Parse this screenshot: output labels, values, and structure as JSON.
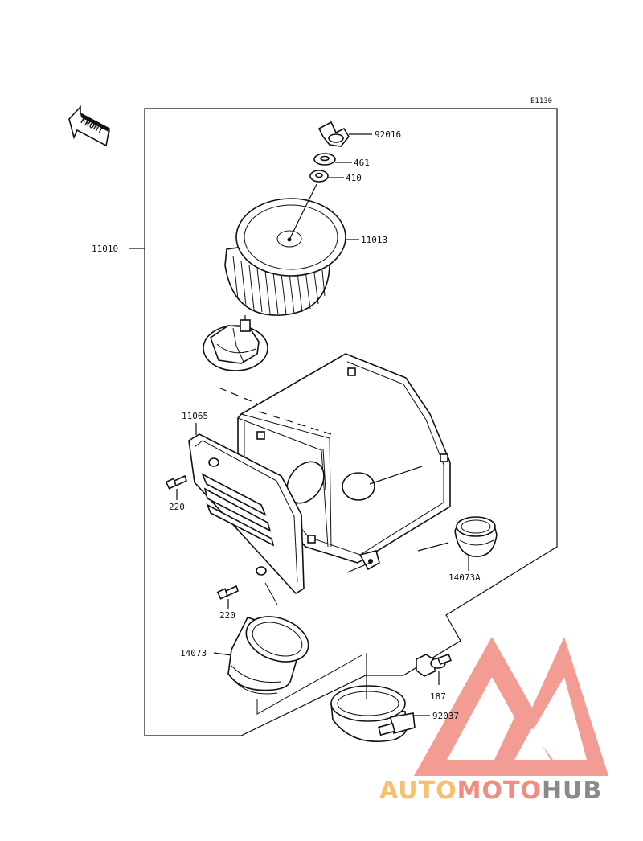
{
  "diagram": {
    "code": "E1130",
    "front_label": "FRONT",
    "parts": {
      "p92016": "92016",
      "p461": "461",
      "p410": "410",
      "p11013": "11013",
      "p11010": "11010",
      "p11065": "11065",
      "p220a": "220",
      "p220b": "220",
      "p14073a": "14073A",
      "p14073": "14073",
      "p187": "187",
      "p92037": "92037"
    }
  },
  "watermark": {
    "auto": "AUTO",
    "moto": "MOTO",
    "hub": "HUB",
    "colors": {
      "auto": "#f5c16c",
      "moto": "#f28b82",
      "hub": "#8a8a8a",
      "logo": "#f28b82"
    }
  }
}
